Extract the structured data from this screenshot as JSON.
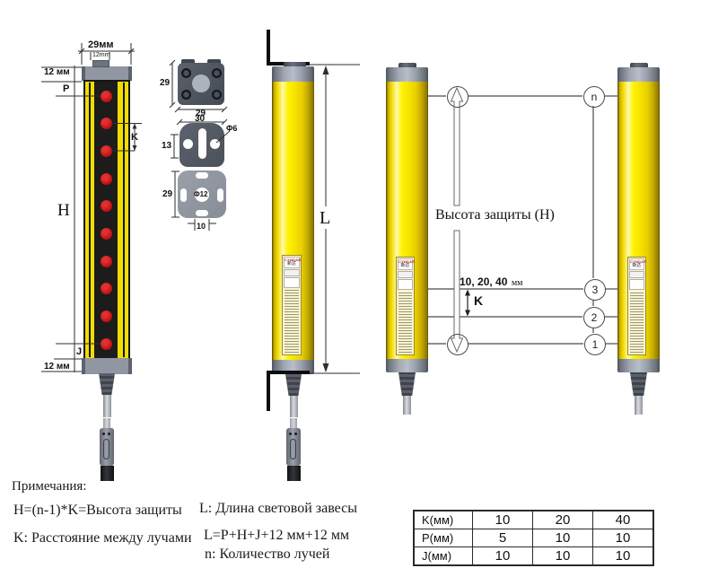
{
  "colors": {
    "tower_yellow": "#f2dc00",
    "beam_red": "#c61414",
    "cap_gray": "#9096a2",
    "line": "#333333"
  },
  "front_view": {
    "dim_width": "29мм",
    "dim_tab": "12mm",
    "dim_cap_top": "12 мм",
    "label_p": "P",
    "label_k": "K",
    "label_h": "H",
    "label_j": "J",
    "dim_cap_bottom": "12 мм"
  },
  "brackets": {
    "square": {
      "dim_left": "29",
      "dim_bottom": "29"
    },
    "plate_top": {
      "dim_width": "30",
      "dim_height": "13",
      "hole": "Φ6"
    },
    "plate_bottom": {
      "dim_height": "29",
      "hole": "Φ12",
      "dim_slot": "10"
    }
  },
  "side_view": {
    "label_l": "L"
  },
  "beam_diagram": {
    "title": "Высота защиты (H)",
    "pitch": "10, 20, 40",
    "pitch_unit": "мм",
    "label_k": "K",
    "circle_n": "n",
    "circle_3": "3",
    "circle_2": "2",
    "circle_1": "1"
  },
  "sticker": {
    "brand_en": "CYNDAR",
    "brand_cn": "新达"
  },
  "notes": {
    "heading": "Примечания:",
    "line1": "H=(n-1)*K=Высота защиты",
    "line2": "K: Расстояние между лучами",
    "line3": "L: Длина световой завесы",
    "line4": "L=P+H+J+12 мм+12 мм",
    "line5": "n: Количество лучей"
  },
  "table": {
    "rows": [
      {
        "label": "K(мм)",
        "v1": "10",
        "v2": "20",
        "v3": "40"
      },
      {
        "label": "P(мм)",
        "v1": "5",
        "v2": "10",
        "v3": "10"
      },
      {
        "label": "J(мм)",
        "v1": "10",
        "v2": "10",
        "v3": "10"
      }
    ]
  }
}
